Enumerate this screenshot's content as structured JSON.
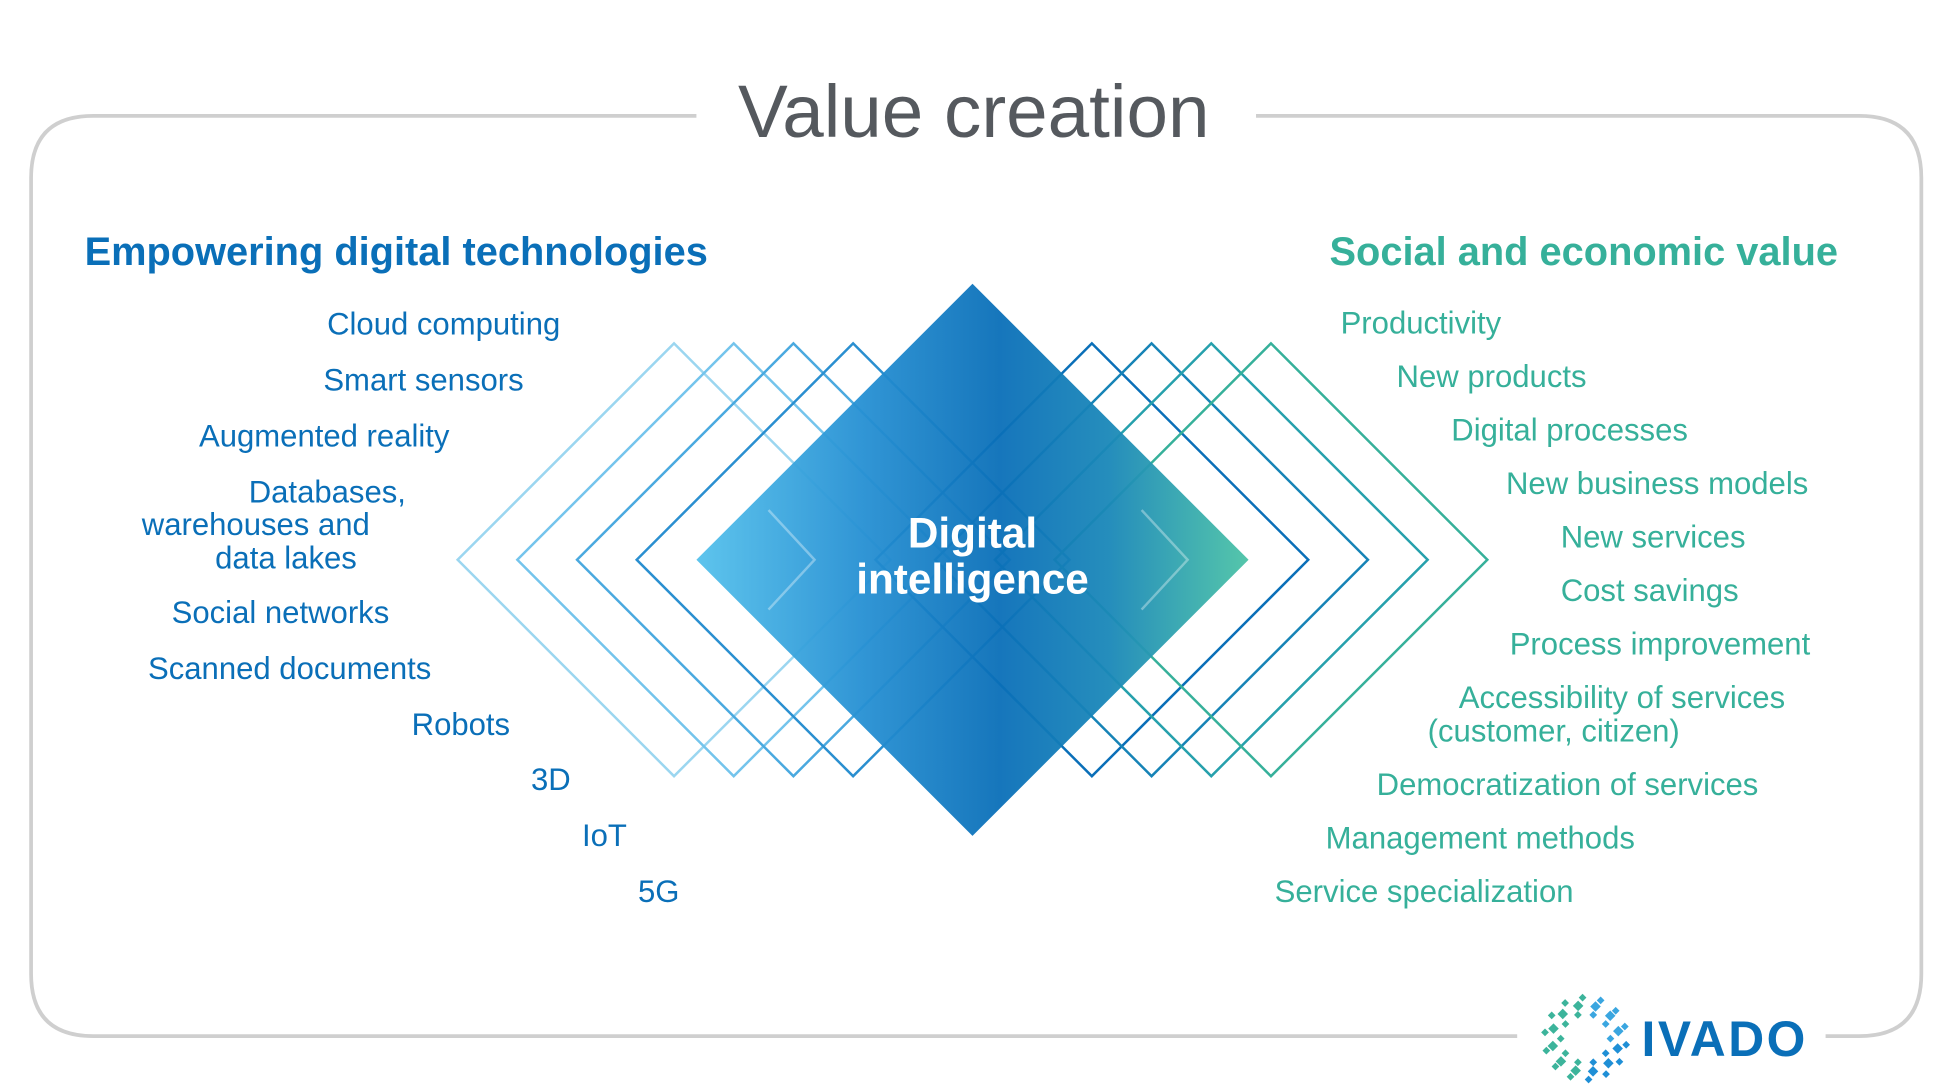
{
  "title": "Value creation",
  "left": {
    "heading": "Empowering digital technologies",
    "color": "#0a6fb8",
    "items": [
      "Cloud computing",
      "Smart sensors",
      "Augmented reality",
      "Databases,",
      "warehouses and",
      "data lakes",
      "Social networks",
      "Scanned documents",
      "Robots",
      "3D",
      "IoT",
      "5G"
    ]
  },
  "right": {
    "heading": "Social and economic value",
    "color": "#36b09a",
    "items": [
      "Productivity",
      "New products",
      "Digital processes",
      "New business models",
      "New services",
      "Cost savings",
      "Process improvement",
      "Accessibility of services",
      "(customer, citizen)",
      "Democratization of services",
      "Management methods",
      "Service specialization"
    ]
  },
  "center": {
    "line1": "Digital",
    "line2": "intelligence"
  },
  "logo": {
    "text": "IVADO"
  }
}
